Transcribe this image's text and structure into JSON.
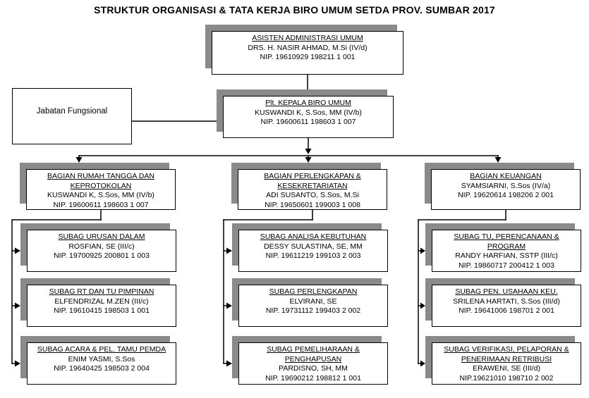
{
  "title": "STRUKTUR ORGANISASI & TATA KERJA BIRO UMUM SETDA PROV. SUMBAR 2017",
  "top_nodes": {
    "asisten": {
      "heading": "ASISTEN ADMINISTRASI UMUM",
      "name": "DRS. H. NASIR AHMAD, M.Si (IV/d)",
      "nip": "NIP. 19610929 198211 1 001"
    },
    "kepala": {
      "heading": "Plt. KEPALA BIRO UMUM",
      "name": "KUSWANDI K, S.Sos, MM (IV/b)",
      "nip": "NIP. 19600611 198603 1 007"
    },
    "jabatan_fungsional": {
      "label": "Jabatan Fungsional"
    }
  },
  "columns": [
    {
      "bagian": {
        "heading": "BAGIAN RUMAH TANGGA DAN KEPROTOKOLAN",
        "name": "KUSWANDI K, S.Sos, MM (IV/b)",
        "nip": "NIP. 19600611 198603 1 007"
      },
      "subags": [
        {
          "heading": "SUBAG URUSAN DALAM",
          "name": "ROSFIAN, SE (III/c)",
          "nip": "NIP. 19700925 200801 1 003"
        },
        {
          "heading": "SUBAG RT DAN TU PIMPINAN",
          "name": "ELFENDRIZAL M.ZEN (III/c)",
          "nip": "NIP. 19610415 198503 1 001"
        },
        {
          "heading": "SUBAG ACARA & PEL. TAMU PEMDA",
          "name": "ENIM YASMI, S.Sos",
          "nip": "NIP. 19640425 198503 2 004"
        }
      ]
    },
    {
      "bagian": {
        "heading": "BAGIAN PERLENGKAPAN & KESEKRETARIATAN",
        "name": "ADI SUSANTO, S.Sos, M.Si",
        "nip": "NIP. 19650601 199003 1 008"
      },
      "subags": [
        {
          "heading": "SUBAG ANALISA KEBUTUHAN",
          "name": "DESSY SULASTINA, SE, MM",
          "nip": "NIP. 19611219 199103 2 003"
        },
        {
          "heading": "SUBAG PERLENGKAPAN",
          "name": "ELVIRANI, SE",
          "nip": "NIP. 19731112 199403 2 002"
        },
        {
          "heading": "SUBAG PEMELIHARAAN & PENGHAPUSAN",
          "name": "PARDISNO, SH, MM",
          "nip": "NIP. 19690212 198812 1 001"
        }
      ]
    },
    {
      "bagian": {
        "heading": "BAGIAN KEUANGAN",
        "name": "SYAMSIARNI, S.Sos (IV/a)",
        "nip": "NIP. 19620614 198206 2 001"
      },
      "subags": [
        {
          "heading": "SUBAG TU, PERENCANAAN & PROGRAM",
          "name": "RANDY HARFIAN, SSTP (III/c)",
          "nip": "NIP. 19860717 200412 1 003"
        },
        {
          "heading": "SUBAG PEN. USAHAAN KEU.",
          "name": "SRILENA HARTATI, S.Sos (III/d)",
          "nip": "NIP. 19641006 198701 2 001"
        },
        {
          "heading": "SUBAG VERIFIKASI, PELAPORAN & PENERIMAAN RETRIBUSI",
          "name": "ERAWENI, SE (III/d)",
          "nip": "NIP.19621010 198710 2 002"
        }
      ]
    }
  ],
  "colors": {
    "shadow": "#8a8a8a",
    "line": "#000000",
    "background": "#ffffff"
  }
}
